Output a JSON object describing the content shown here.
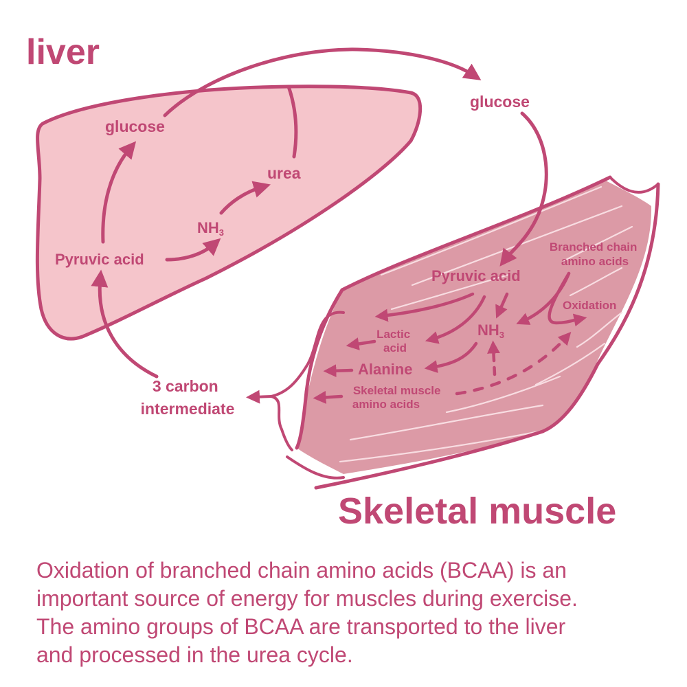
{
  "colors": {
    "primary": "#c04874",
    "liver_fill": "#f5c5cb",
    "muscle_fill": "#dc9aa6",
    "fiber": "#f8dde2"
  },
  "liver": {
    "title": "liver",
    "glucose": "glucose",
    "urea": "urea",
    "nh3": "NH",
    "nh3_sub": "3",
    "pyruvic_acid": "Pyruvic acid"
  },
  "blood": {
    "glucose": "glucose",
    "carbon_line1": "3 carbon",
    "carbon_line2": "intermediate"
  },
  "muscle": {
    "title": "Skeletal muscle",
    "pyruvic_acid": "Pyruvic acid",
    "bcaa_line1": "Branched chain",
    "bcaa_line2": "amino acids",
    "oxidation": "Oxidation",
    "lactic_line1": "Lactic",
    "lactic_line2": "acid",
    "nh3": "NH",
    "nh3_sub": "3",
    "alanine": "Alanine",
    "skm_line1": "Skeletal muscle",
    "skm_line2": "amino acids"
  },
  "caption": {
    "line1": "Oxidation of branched chain amino acids (BCAA) is an",
    "line2": "important source of energy for muscles during exercise.",
    "line3": "The amino groups of BCAA are transported to the liver",
    "line4": "and processed in the urea cycle."
  }
}
